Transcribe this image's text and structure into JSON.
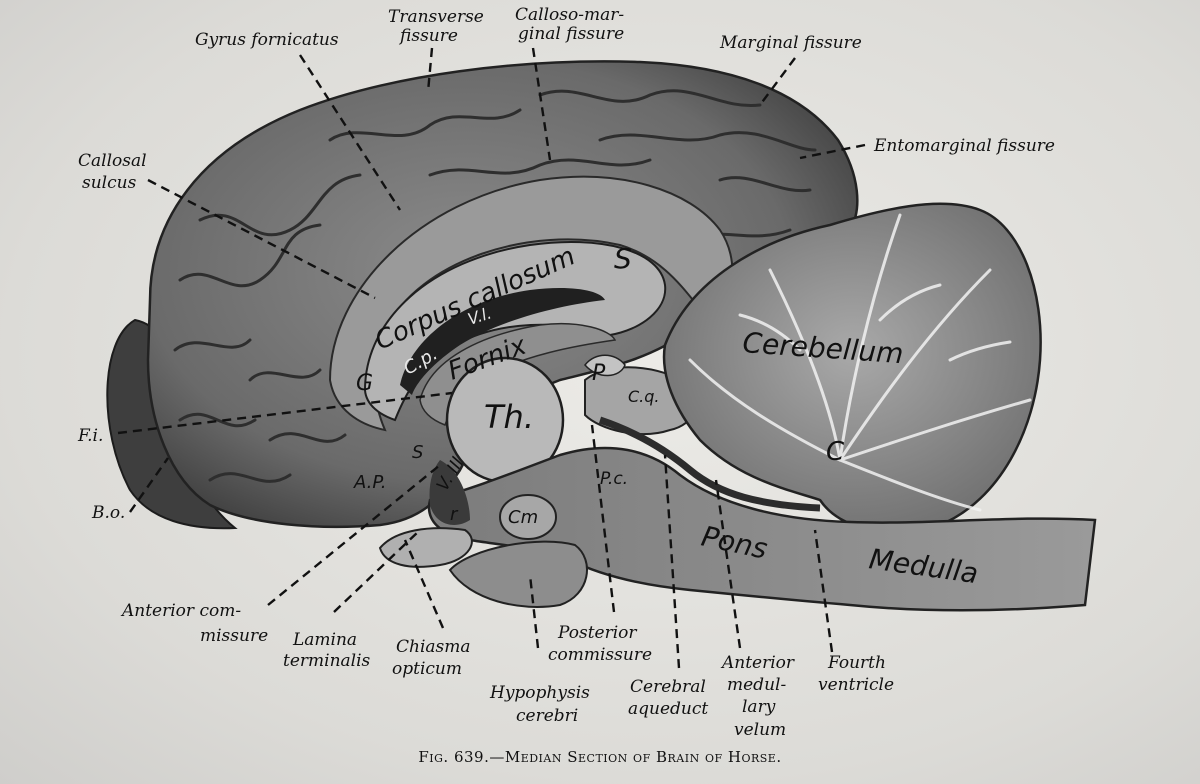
{
  "figure": {
    "caption": "Fig. 639.—Median Section of Brain of Horse."
  },
  "labels": {
    "gyrus_fornicatus": "Gyrus fornicatus",
    "transverse_fissure_1": "Transverse",
    "transverse_fissure_2": "fissure",
    "calloso_marginal_1": "Calloso-mar-",
    "calloso_marginal_2": "ginal fissure",
    "marginal_fissure": "Marginal fissure",
    "entomarginal_fissure": "Entomarginal fissure",
    "callosal_sulcus_1": "Callosal",
    "callosal_sulcus_2": "sulcus",
    "fi": "F.i.",
    "bo": "B.o.",
    "anterior_commissure_1": "Anterior com-",
    "anterior_commissure_2": "missure",
    "lamina_terminalis_1": "Lamina",
    "lamina_terminalis_2": "terminalis",
    "chiasma_opticum_1": "Chiasma",
    "chiasma_opticum_2": "opticum",
    "hypophysis_1": "Hypophysis",
    "hypophysis_2": "cerebri",
    "posterior_commissure_1": "Posterior",
    "posterior_commissure_2": "commissure",
    "cerebral_aqueduct_1": "Cerebral",
    "cerebral_aqueduct_2": "aqueduct",
    "anterior_velum_1": "Anterior",
    "anterior_velum_2": "medul-",
    "anterior_velum_3": "lary",
    "anterior_velum_4": "velum",
    "fourth_ventricle_1": "Fourth",
    "fourth_ventricle_2": "ventricle"
  },
  "structures": {
    "corpus_callosum": "Corpus callosum",
    "s_upper": "S",
    "vl": "V.l.",
    "cp": "C.p.",
    "fornix": "Fornix",
    "g": "G",
    "th": "Th.",
    "p": "P",
    "cq": "C.q.",
    "s_lower": "S",
    "ap": "A.P.",
    "v3": "V. III",
    "r": "r",
    "cm": "Cm",
    "pc": "P.c.",
    "pons": "Pons",
    "medulla": "Medulla",
    "cerebellum": "Cerebellum",
    "c": "C"
  }
}
